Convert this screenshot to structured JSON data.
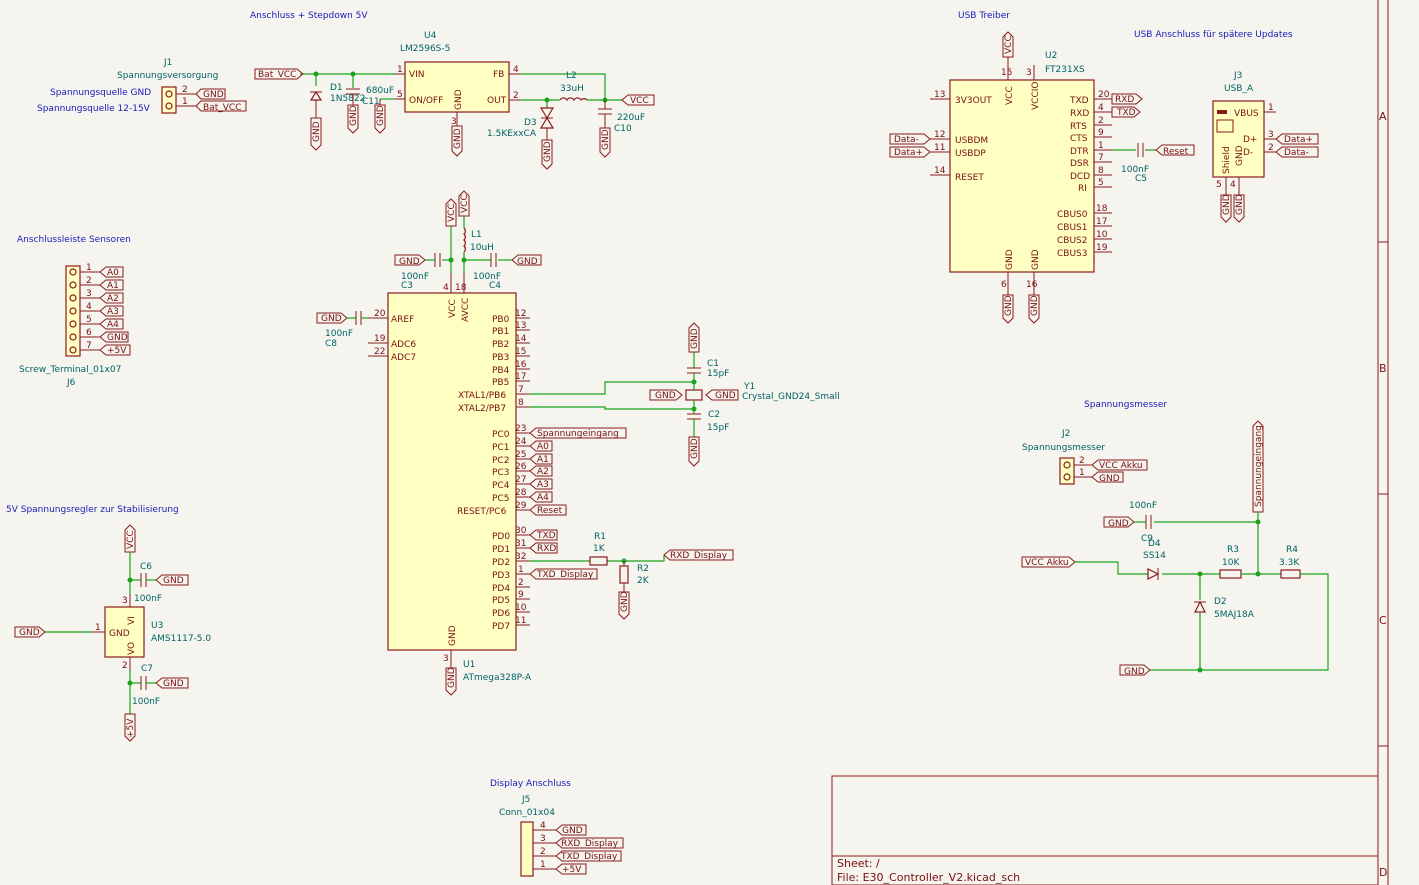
{
  "notes": {
    "stepdown": "Anschluss + Stepdown 5V",
    "usb_driver": "USB Treiber",
    "usb_port": "USB Anschluss für spätere Updates",
    "sensors": "Anschlussleiste Sensoren",
    "regulator": "5V Spannungsregler zur Stabilisierung",
    "display": "Display Anschluss",
    "voltmeter": "Spannungsmesser",
    "src_gnd": "Spannungsquelle GND",
    "src_12": "Spannungsquelle 12-15V"
  },
  "components": {
    "u4": {
      "ref": "U4",
      "value": "LM2596S-5",
      "pins": [
        "VIN",
        "FB",
        "ON/OFF",
        "GND",
        "OUT"
      ]
    },
    "j1": {
      "ref": "J1",
      "value": "Spannungsversorgung"
    },
    "d1": {
      "ref": "D1",
      "value": "1N5822"
    },
    "c11": {
      "ref": "C11",
      "value": "680uF"
    },
    "l2": {
      "ref": "L2",
      "value": "33uH"
    },
    "d3": {
      "ref": "D3",
      "value": "1.5KExxCA"
    },
    "c10": {
      "ref": "C10",
      "value": "220uF"
    },
    "u2": {
      "ref": "U2",
      "value": "FT231XS",
      "pins": [
        "3V3OUT",
        "VCC",
        "VCCIO",
        "USBDM",
        "USBDP",
        "RESET",
        "TXD",
        "RXD",
        "RTS",
        "CTS",
        "DTR",
        "DSR",
        "DCD",
        "RI",
        "CBUS0",
        "CBUS1",
        "CBUS2",
        "CBUS3",
        "GND",
        "GND"
      ]
    },
    "c5": {
      "ref": "C5",
      "value": "100nF"
    },
    "j3": {
      "ref": "J3",
      "value": "USB_A",
      "pins": [
        "VBUS",
        "D+",
        "D-",
        "Shield",
        "GND"
      ]
    },
    "j6": {
      "ref": "J6",
      "value": "Screw_Terminal_01x07"
    },
    "u1": {
      "ref": "U1",
      "value": "ATmega328P-A",
      "pins": [
        "VCC",
        "AVCC",
        "AREF",
        "ADC6",
        "ADC7",
        "PB0",
        "PB1",
        "PB2",
        "PB3",
        "PB4",
        "PB5",
        "XTAL1/PB6",
        "XTAL2/PB7",
        "PC0",
        "PC1",
        "PC2",
        "PC3",
        "PC4",
        "PC5",
        "RESET/PC6",
        "PD0",
        "PD1",
        "PD2",
        "PD3",
        "PD4",
        "PD5",
        "PD6",
        "PD7",
        "GND"
      ]
    },
    "l1": {
      "ref": "L1",
      "value": "10uH"
    },
    "c3": {
      "ref": "C3",
      "value": "100nF"
    },
    "c4": {
      "ref": "C4",
      "value": "100nF"
    },
    "c8": {
      "ref": "C8",
      "value": "100nF"
    },
    "c1": {
      "ref": "C1",
      "value": "15pF"
    },
    "c2": {
      "ref": "C2",
      "value": "15pF"
    },
    "y1": {
      "ref": "Y1",
      "value": "Crystal_GND24_Small"
    },
    "r1": {
      "ref": "R1",
      "value": "1K"
    },
    "r2": {
      "ref": "R2",
      "value": "2K"
    },
    "u3": {
      "ref": "U3",
      "value": "AMS1117-5.0",
      "pins": [
        "VI",
        "GND",
        "VO"
      ]
    },
    "c6": {
      "ref": "C6",
      "value": "100nF"
    },
    "c7": {
      "ref": "C7",
      "value": "100nF"
    },
    "j5": {
      "ref": "J5",
      "value": "Conn_01x04"
    },
    "j2": {
      "ref": "J2",
      "value": "Spannungsmesser"
    },
    "c9": {
      "ref": "C9",
      "value": "100nF"
    },
    "d4": {
      "ref": "D4",
      "value": "SS14"
    },
    "d2": {
      "ref": "D2",
      "value": "5MAJ18A"
    },
    "r3": {
      "ref": "R3",
      "value": "10K"
    },
    "r4": {
      "ref": "R4",
      "value": "3.3K"
    }
  },
  "nets": {
    "gnd": "GND",
    "vcc": "VCC",
    "bat": "Bat_VCC",
    "p5v": "+5V",
    "txd": "TXD",
    "rxd": "RXD",
    "datam": "Data-",
    "datap": "Data+",
    "reset": "Reset",
    "txd_disp": "TXD_Display",
    "rxd_disp": "RXD_Display",
    "eingang": "Spannungeingang",
    "vcc_akku": "VCC Akku",
    "a0": "A0",
    "a1": "A1",
    "a2": "A2",
    "a3": "A3",
    "a4": "A4"
  },
  "title_block": {
    "sheet": "Sheet: /",
    "file": "File: E30_Controller_V2.kicad_sch",
    "zones": [
      "A",
      "B",
      "C",
      "D"
    ]
  },
  "colors": {
    "wire": "#1aa31a",
    "symbol": "#8b1b1b",
    "fill": "#ffffc2",
    "note": "#1a1ab8",
    "ref": "#006464",
    "background": "#f5f4ef"
  }
}
